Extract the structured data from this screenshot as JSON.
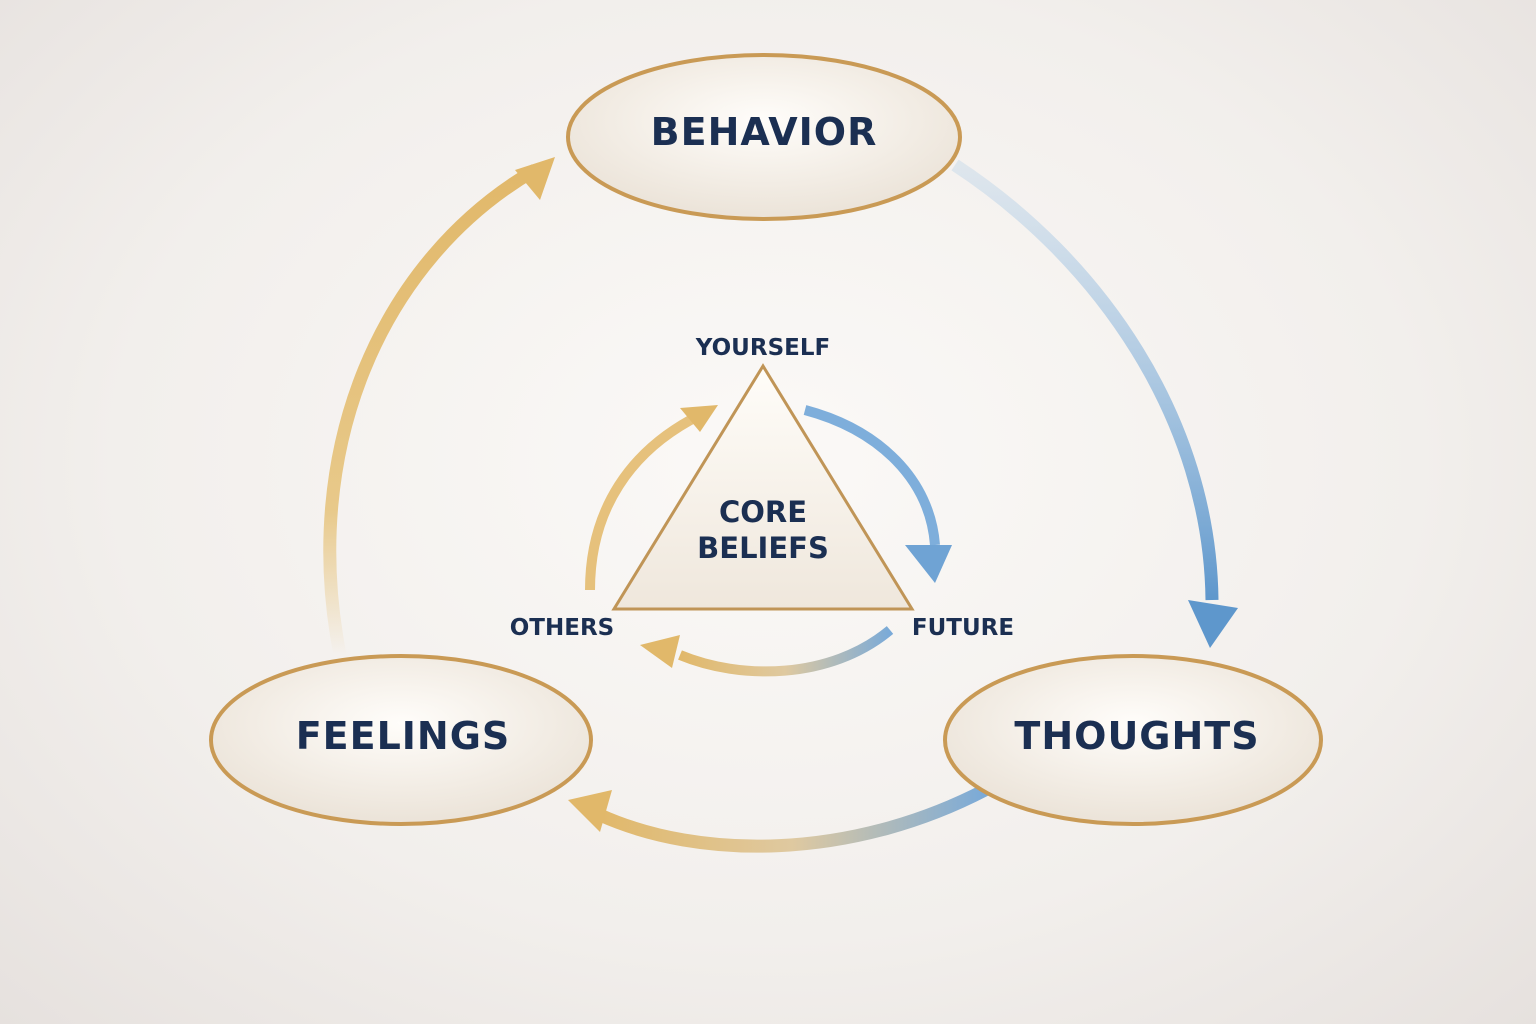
{
  "nodes": {
    "behavior": "BEHAVIOR",
    "thoughts": "THOUGHTS",
    "feelings": "FEELINGS"
  },
  "core": {
    "line1": "CORE",
    "line2": "BELIEFS"
  },
  "triad": {
    "top": "YOURSELF",
    "left": "OTHERS",
    "right": "FUTURE"
  },
  "colors": {
    "gold": "#e3bd72",
    "blue": "#6fa3d4",
    "text": "#1b2f52",
    "ring": "#c99a55"
  }
}
